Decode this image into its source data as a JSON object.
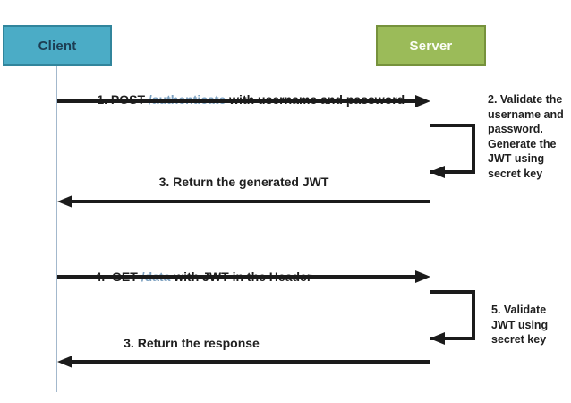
{
  "actors": {
    "client": {
      "label": "Client"
    },
    "server": {
      "label": "Server"
    }
  },
  "messages": {
    "m1": {
      "pre": "1. POST ",
      "link": "/authenticate",
      "post": " with username and password",
      "direction": "client-to-server"
    },
    "m3": {
      "text": "3. Return the generated JWT",
      "direction": "server-to-client"
    },
    "m4": {
      "pre": "4.  GET ",
      "link": "/data",
      "post": " with JWT in the Header",
      "direction": "client-to-server"
    },
    "m6": {
      "text": "3. Return the response",
      "direction": "server-to-client"
    }
  },
  "notes": {
    "n2": {
      "text": "2. Validate the username and password. Generate the JWT using secret key"
    },
    "n5": {
      "text": "5. Validate JWT using secret key"
    }
  },
  "colors": {
    "client_fill": "#4BACC6",
    "client_border": "#31859C",
    "client_text": "#1D3E53",
    "server_fill": "#9BBB59",
    "server_border": "#76923C",
    "server_text": "#FBFDF7",
    "endpoint_link": "#7BA0C0",
    "arrow": "#1B1B1B",
    "lifeline": "#A3B8CC",
    "message_text": "#1F1F1F",
    "background": "#FFFFFF"
  }
}
